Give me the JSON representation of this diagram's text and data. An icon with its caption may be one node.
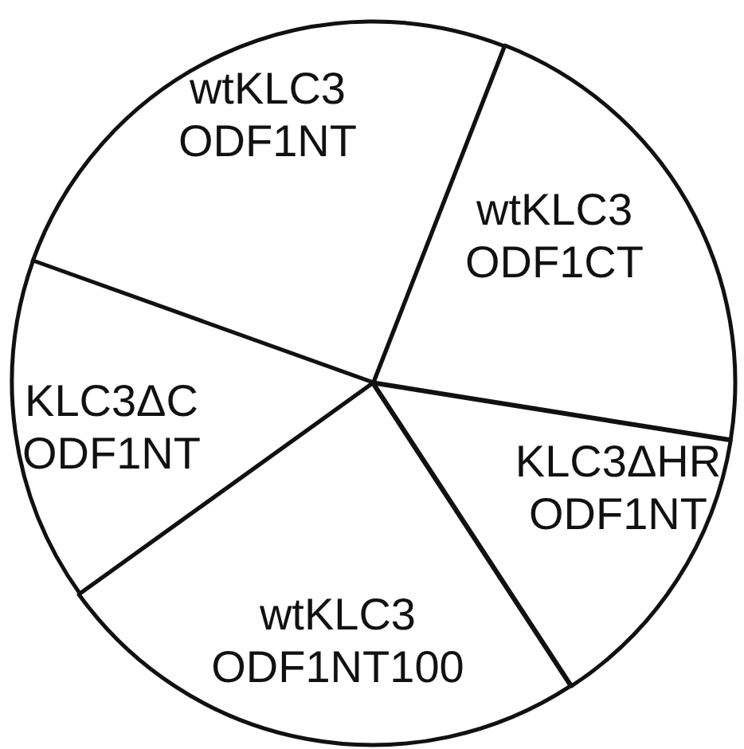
{
  "diagram": {
    "nodes": [
      {
        "text": [
          "wtKLC3 ODF1NT"
        ]
      },
      {
        "text": [
          "wtKLC3 ODF1CT"
        ]
      },
      {
        "text": [
          "KLC3ΔC ODF1NT"
        ]
      },
      {
        "text": [
          "KLC3ΔHR ODF1NT"
        ]
      },
      {
        "text": [
          "wtKLC3 ODF1NT100"
        ]
      }
    ]
  }
}
